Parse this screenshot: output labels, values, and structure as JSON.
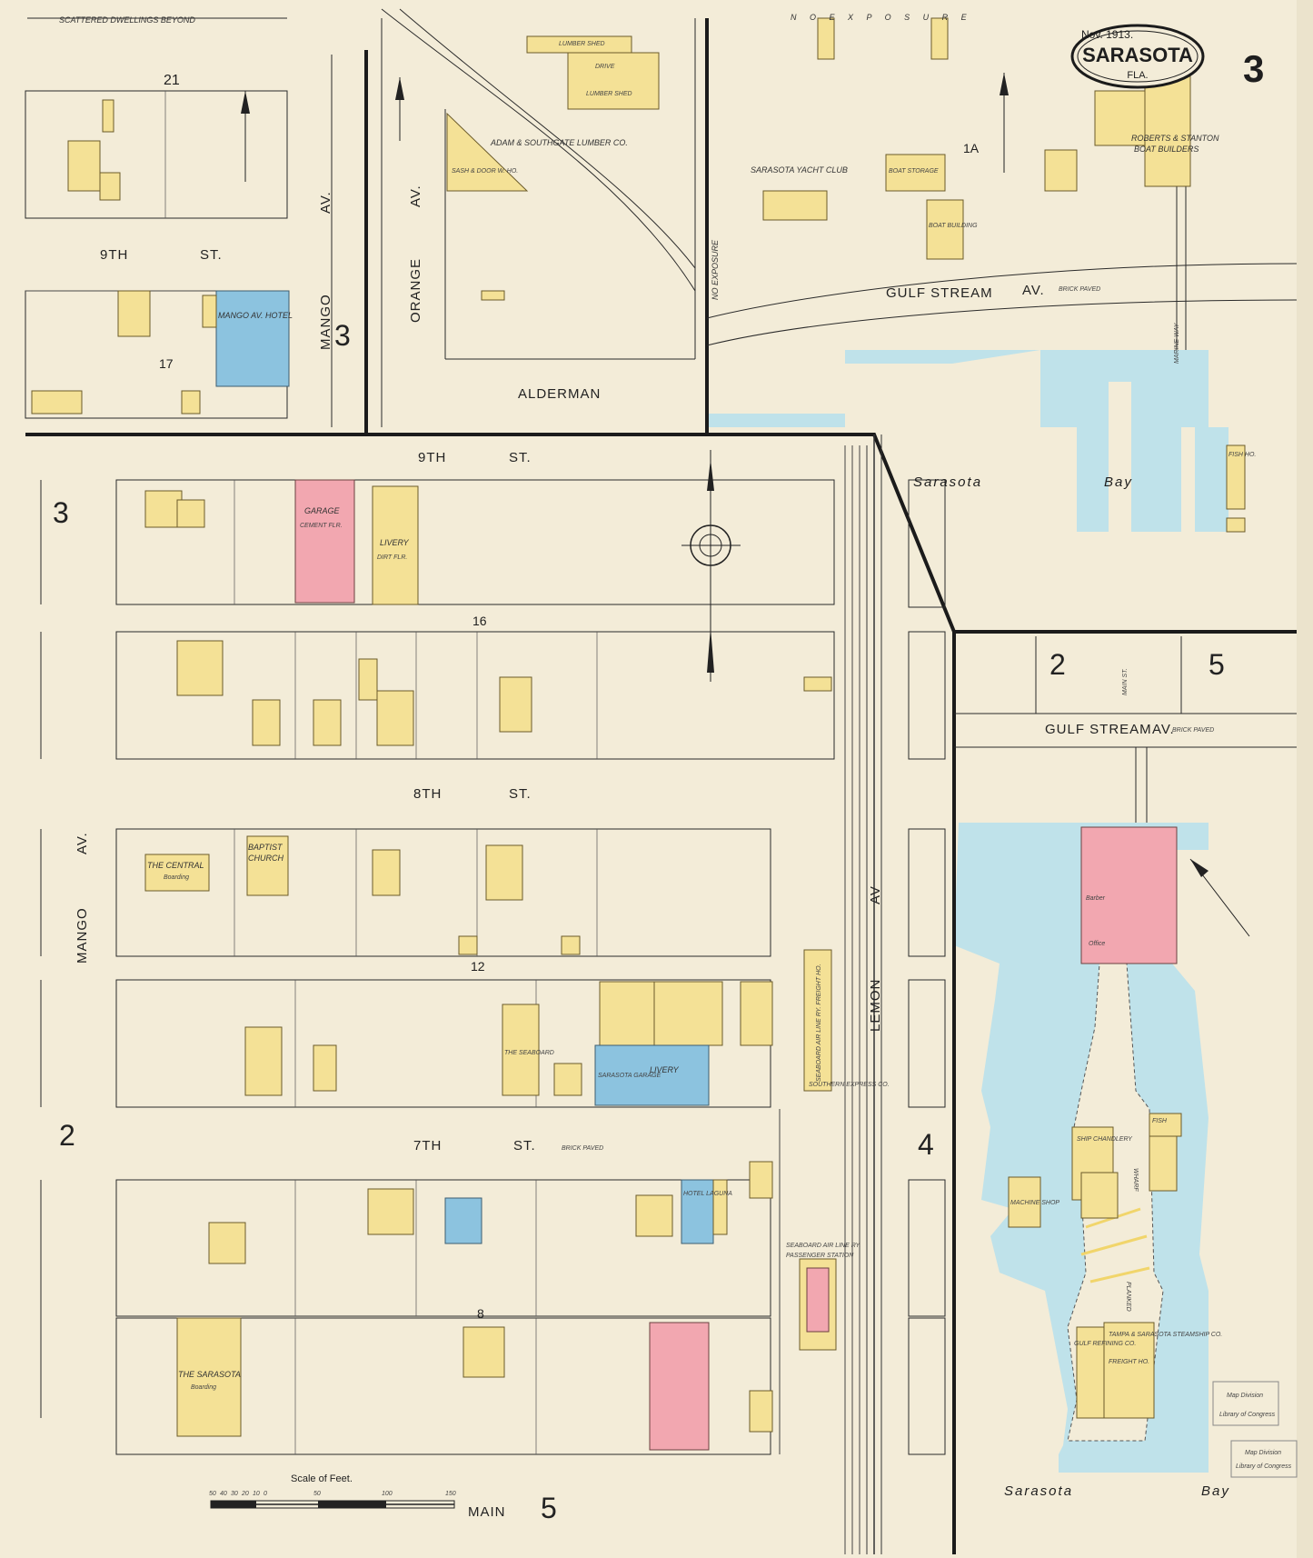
{
  "header": {
    "date": "Nov. 1913.",
    "city": "SARASOTA",
    "state": "FLA.",
    "sheet_number": "3"
  },
  "notes": {
    "scattered_dwellings": "SCATTERED DWELLINGS BEYOND",
    "exposure_north": "N O E X P O S U R E",
    "exposure_east": "NO EXPOSURE"
  },
  "streets": {
    "ninth_top": "9TH",
    "ninth_top_b": "ST.",
    "ninth_mid": "9TH",
    "ninth_mid_b": "ST.",
    "eighth": "8TH",
    "eighth_b": "ST.",
    "seventh": "7TH",
    "seventh_b": "ST.",
    "brick_paved": "BRICK PAVED",
    "mango_av": "MANGO",
    "mango_av_b": "AV.",
    "mango_lower": "MANGO",
    "mango_lower_b": "AV.",
    "orange_av": "ORANGE",
    "orange_av_b": "AV.",
    "alderman": "ALDERMAN",
    "gulf_stream_top": "GULF STREAM",
    "gulf_stream_top_b": "AV.",
    "gulf_stream_low": "GULF STREAM",
    "gulf_stream_low_b": "AV.",
    "lemon_av": "LEMON",
    "lemon_av_b": "AV",
    "main": "MAIN",
    "main_st": "MAIN ST.",
    "marine_way": "MARINE WAY"
  },
  "blocks": {
    "b21": "21",
    "b17": "17",
    "b16": "16",
    "b12": "12",
    "b8": "8",
    "b1a": "1A",
    "b2": "2",
    "b5": "5"
  },
  "sheet_refs": {
    "r3a": "3",
    "r3b": "3",
    "r2": "2",
    "r4": "4",
    "r5": "5",
    "r2b": "2",
    "r5b": "5"
  },
  "water": {
    "sarasota_bay": "Sarasota",
    "sarasota_bay_b": "Bay",
    "sarasota_bay2": "Sarasota",
    "sarasota_bay2_b": "Bay"
  },
  "buildings": {
    "mango_hotel": "MANGO AV. HOTEL",
    "lumber_co": "ADAM & SOUTHGATE LUMBER CO.",
    "lumber_shed": "LUMBER SHED",
    "drive": "DRIVE",
    "lumber_shed2": "LUMBER SHED",
    "sash_door": "SASH & DOOR W. HO.",
    "yacht_club": "SARASOTA YACHT CLUB",
    "boat_storage": "BOAT STORAGE",
    "boat_building": "BOAT BUILDING",
    "roberts_stanton": "ROBERTS & STANTON",
    "boat_builders": "BOAT BUILDERS",
    "garage": "GARAGE",
    "cement_flr": "CEMENT FLR.",
    "livery": "LIVERY",
    "dirt_flr": "DIRT FLR.",
    "the_central": "THE CENTRAL",
    "boarding": "Boarding",
    "baptist": "BAPTIST",
    "church": "CHURCH",
    "seaboard_freight": "SEABOARD AIR LINE RY. FREIGHT HO.",
    "southern_express": "SOUTHERN EXPRESS CO.",
    "seaboard_boarding": "THE SEABOARD",
    "sarasota_garage": "SARASOTA GARAGE",
    "livery2": "LIVERY",
    "hotel_laguna": "HOTEL LAGUNA",
    "seaboard_passenger": "SEABOARD AIR LINE RY.",
    "passenger_station": "PASSENGER STATION",
    "the_sarasota": "THE SARASOTA",
    "boarding2": "Boarding",
    "ship_chandlery": "SHIP CHANDLERY",
    "fish": "FISH",
    "machine_shop": "MACHINE SHOP",
    "wharf": "WHARF",
    "planked": "PLANKED",
    "tampa_sarasota": "TAMPA & SARASOTA STEAMSHIP CO.",
    "freight_ho": "FREIGHT HO.",
    "gulf_refining": "GULF REFINING CO.",
    "fish_ho": "FISH HO.",
    "barber": "Barber",
    "office": "Office"
  },
  "legend": {
    "scale": "Scale of Feet.",
    "ticks": [
      "50",
      "40",
      "30",
      "20",
      "10",
      "0",
      "50",
      "100",
      "150"
    ],
    "stamp1": "Map Division",
    "stamp2": "Library of Congress"
  },
  "colors": {
    "paper": "#f3ecd8",
    "frame": "#f4e196",
    "brick": "#f2a7b0",
    "stone": "#8cc3df",
    "water": "#bfe2ea"
  }
}
